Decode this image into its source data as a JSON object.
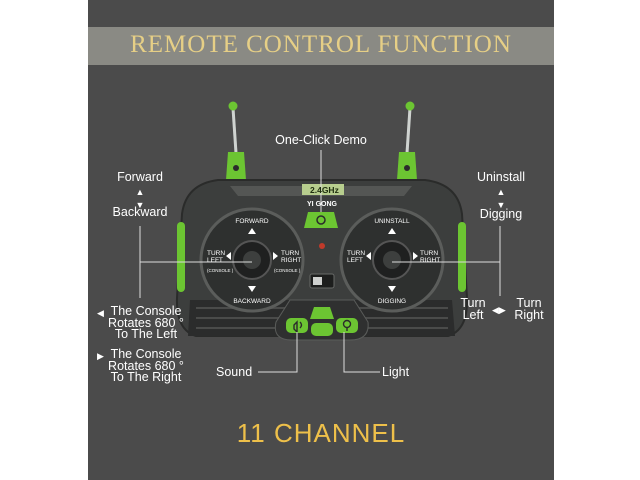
{
  "header": {
    "title": "REMOTE CONTROL FUNCTION"
  },
  "footer": {
    "channel_label": "11 CHANNEL"
  },
  "colors": {
    "panel": "#4b4b4b",
    "banner": "#8a8a84",
    "title": "#e6cf86",
    "footer": "#eec04a",
    "accent_green": "#6cc532"
  },
  "callouts": {
    "demo": "One-Click Demo",
    "forward": "Forward",
    "backward": "Backward",
    "uninstall": "Uninstall",
    "digging": "Digging",
    "console_left": "The Console\nRotates 680 °\nTo The Left",
    "console_right": "The Console\nRotates 680 °\nTo The Right",
    "turn_left": "Turn\nLeft",
    "turn_right": "Turn\nRight",
    "sound": "Sound",
    "light": "Light"
  },
  "remote": {
    "display_line1": "2.4GHz",
    "display_line2": "YI GONG",
    "left_stick": {
      "up": "FORWARD",
      "down": "BACKWARD",
      "left": "TURN\nLEFT",
      "left_sub": "(CONSOLE )",
      "right": "TURN\nRIGHT",
      "right_sub": "(CONSOLE )"
    },
    "right_stick": {
      "up": "UNINSTALL",
      "down": "DIGGING",
      "left": "TURN\nLEFT",
      "right": "TURN\nRIGHT"
    }
  },
  "icons": [
    "arrow-up-down-icon",
    "arrow-left-icon",
    "arrow-right-icon",
    "arrow-left-right-icon",
    "sound-icon",
    "light-icon",
    "demo-icon",
    "antenna-icon"
  ]
}
